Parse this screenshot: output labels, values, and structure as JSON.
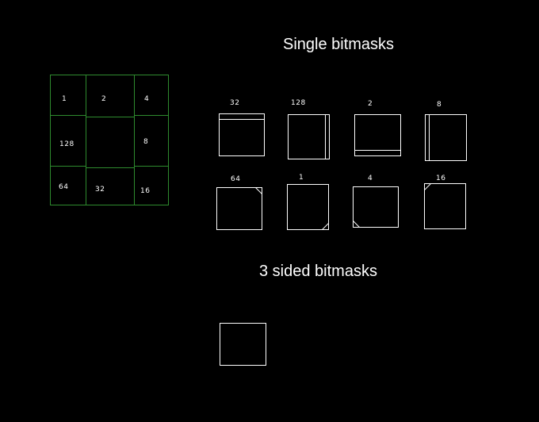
{
  "headings": {
    "single": "Single bitmasks",
    "three_sided": "3 sided bitmasks"
  },
  "grid": {
    "color": "#2e8b2e",
    "labels": [
      "1",
      "2",
      "4",
      "128",
      "8",
      "64",
      "32",
      "16"
    ]
  },
  "single_masks": [
    "32",
    "128",
    "2",
    "8",
    "64",
    "1",
    "4",
    "16"
  ],
  "stroke_color": "#ffffff"
}
